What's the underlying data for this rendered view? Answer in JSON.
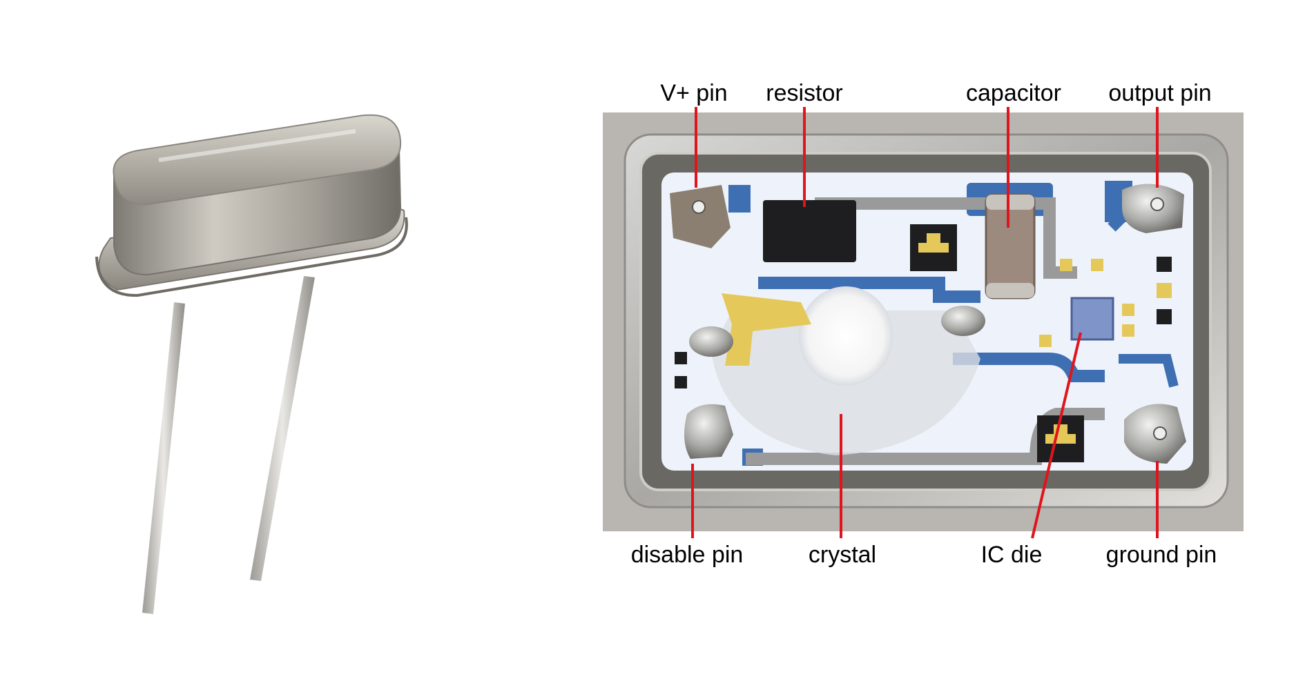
{
  "colors": {
    "background": "#ffffff",
    "leader_line": "#e0141c",
    "label_text": "#000000",
    "metal_can": "#b9b5ad",
    "ceramic_substrate": "#eef3fb",
    "trace_blue": "#3f6fb3",
    "gold_pad": "#e5c85a",
    "resistor_black": "#1e1e20",
    "ic_die": "#7f94c9"
  },
  "left_image": {
    "subject": "crystal-oscillator-can-with-two-leads"
  },
  "right_image": {
    "subject": "decapped-oscillator-package",
    "labels": {
      "v_plus_pin": "V+ pin",
      "resistor": "resistor",
      "capacitor": "capacitor",
      "output_pin": "output pin",
      "disable_pin": "disable pin",
      "crystal": "crystal",
      "ic_die": "IC die",
      "ground_pin": "ground pin"
    }
  }
}
